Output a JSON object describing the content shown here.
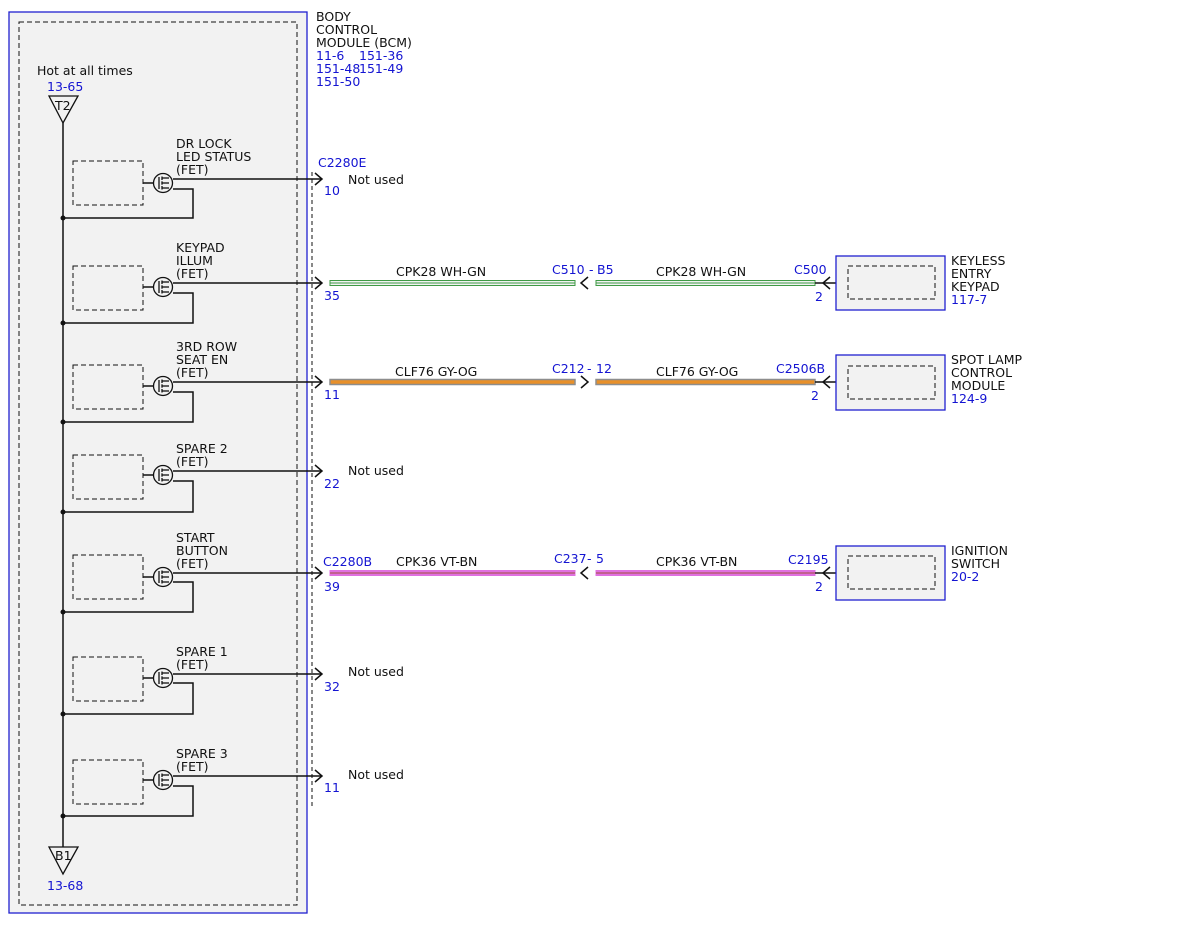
{
  "bcm": {
    "name_lines": [
      "BODY",
      "CONTROL",
      "MODULE (BCM)"
    ],
    "refs": [
      "11-6",
      "151-36",
      "151-48",
      "151-49",
      "151-50"
    ]
  },
  "power": {
    "label": "Hot at all times",
    "top_ref": "13-65",
    "top_tag": "T2",
    "bottom_tag": "B1",
    "bottom_ref": "13-68"
  },
  "outputs": [
    {
      "id": "dr-lock",
      "label_lines": [
        "DR LOCK",
        "LED STATUS",
        "(FET)"
      ],
      "connector": "C2280E",
      "pin": "10",
      "status": "Not used"
    },
    {
      "id": "keypad-illum",
      "label_lines": [
        "KEYPAD",
        "ILLUM",
        "(FET)"
      ],
      "connector": "",
      "pin": "35",
      "status": ""
    },
    {
      "id": "3rd-row",
      "label_lines": [
        "3RD ROW",
        "SEAT EN",
        "(FET)"
      ],
      "connector": "",
      "pin": "11",
      "status": ""
    },
    {
      "id": "spare-2",
      "label_lines": [
        "SPARE 2",
        "(FET)"
      ],
      "connector": "",
      "pin": "22",
      "status": "Not used"
    },
    {
      "id": "start-button",
      "label_lines": [
        "START",
        "BUTTON",
        "(FET)"
      ],
      "connector": "C2280B",
      "pin": "39",
      "status": ""
    },
    {
      "id": "spare-1",
      "label_lines": [
        "SPARE 1",
        "(FET)"
      ],
      "connector": "",
      "pin": "32",
      "status": "Not used"
    },
    {
      "id": "spare-3",
      "label_lines": [
        "SPARE 3",
        "(FET)"
      ],
      "connector": "",
      "pin": "11",
      "status": "Not used"
    }
  ],
  "circuits": [
    {
      "id": "keypad",
      "wire_left": "CPK28  WH-GN",
      "inline_connector": "C510",
      "inline_pin": "B5",
      "wire_right": "CPK28  WH-GN",
      "end_connector": "C500",
      "end_pin": "2",
      "colors": [
        "#f2f2f2",
        "#3f9a45"
      ],
      "component_lines": [
        "KEYLESS",
        "ENTRY",
        "KEYPAD"
      ],
      "component_ref": "117-7"
    },
    {
      "id": "spot-lamp",
      "wire_left": "CLF76  GY-OG",
      "inline_connector": "C212",
      "inline_pin": "12",
      "wire_right": "CLF76  GY-OG",
      "end_connector": "C2506B",
      "end_pin": "2",
      "colors": [
        "#8d8d8d",
        "#e8902a"
      ],
      "component_lines": [
        "SPOT LAMP",
        "CONTROL",
        "MODULE"
      ],
      "component_ref": "124-9"
    },
    {
      "id": "ignition",
      "wire_left": "CPK36  VT-BN",
      "inline_connector": "C237",
      "inline_pin": "5",
      "wire_right": "CPK36  VT-BN",
      "end_connector": "C2195",
      "end_pin": "2",
      "colors": [
        "#e070e0",
        "#a0523c"
      ],
      "component_lines": [
        "IGNITION",
        "SWITCH"
      ],
      "component_ref": "20-2"
    }
  ]
}
